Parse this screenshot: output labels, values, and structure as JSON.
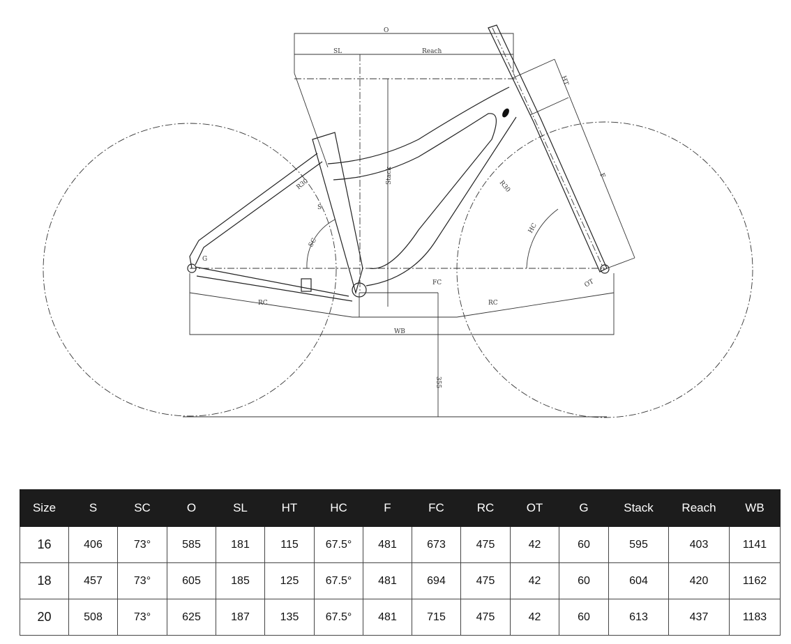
{
  "diagram": {
    "labels": {
      "o": "O",
      "sl": "SL",
      "reach": "Reach",
      "ht": "HT",
      "stack": "Stack",
      "f": "F",
      "s": "S",
      "sc": "SC",
      "hc": "HC",
      "fc": "FC",
      "rc_left": "RC",
      "rc_right": "RC",
      "wb": "WB",
      "bb_height": "355",
      "ot": "OT",
      "g": "G",
      "r30_left": "R30",
      "r30_right": "R30"
    }
  },
  "table": {
    "headers": [
      "Size",
      "S",
      "SC",
      "O",
      "SL",
      "HT",
      "HC",
      "F",
      "FC",
      "RC",
      "OT",
      "G",
      "Stack",
      "Reach",
      "WB"
    ],
    "rows": [
      [
        "16",
        "406",
        "73°",
        "585",
        "181",
        "115",
        "67.5°",
        "481",
        "673",
        "475",
        "42",
        "60",
        "595",
        "403",
        "1141"
      ],
      [
        "18",
        "457",
        "73°",
        "605",
        "185",
        "125",
        "67.5°",
        "481",
        "694",
        "475",
        "42",
        "60",
        "604",
        "420",
        "1162"
      ],
      [
        "20",
        "508",
        "73°",
        "625",
        "187",
        "135",
        "67.5°",
        "481",
        "715",
        "475",
        "42",
        "60",
        "613",
        "437",
        "1183"
      ]
    ]
  }
}
